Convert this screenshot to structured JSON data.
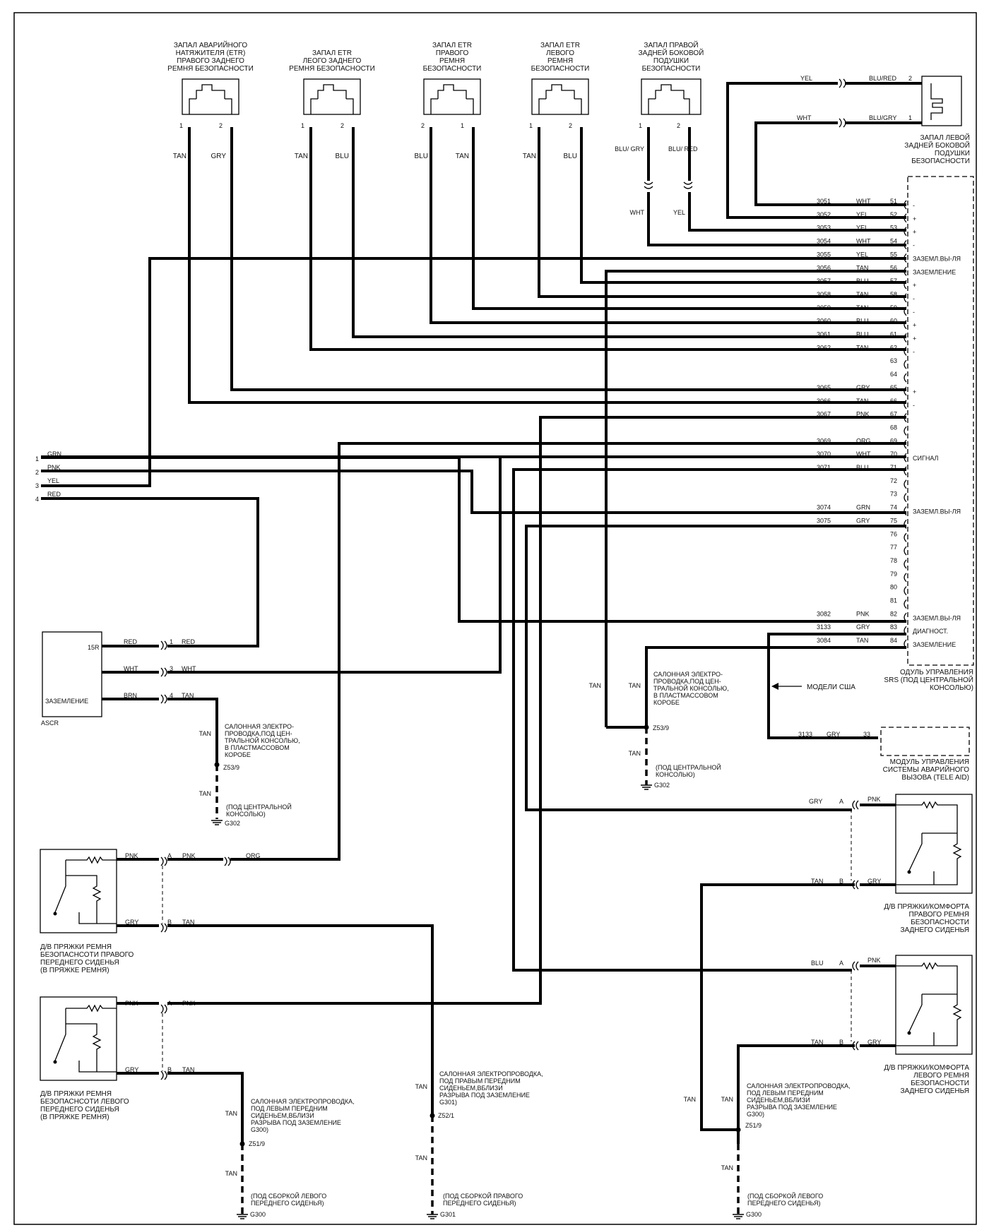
{
  "top_components": [
    {
      "lines": [
        "ЗАПАЛ АВАРИЙНОГО",
        "НАТЯЖИТЕЛЯ (ETR)",
        "ПРАВОГО ЗАДНЕГО",
        "РЕМНЯ БЕЗОПАСНОСТИ"
      ],
      "pins": [
        "1",
        "2"
      ],
      "wires": [
        "TAN",
        "GRY"
      ]
    },
    {
      "lines": [
        "ЗАПАЛ ETR",
        "ЛЕОГО ЗАДНЕГО",
        "РЕМНЯ БЕЗОПАСНОСТИ"
      ],
      "pins": [
        "1",
        "2"
      ],
      "wires": [
        "TAN",
        "BLU"
      ]
    },
    {
      "lines": [
        "ЗАПАЛ ETR",
        "ПРАВОГО",
        "РЕМНЯ",
        "БЕЗОПАСНОСТИ"
      ],
      "pins": [
        "2",
        "1"
      ],
      "wires": [
        "BLU",
        "TAN"
      ]
    },
    {
      "lines": [
        "ЗАПАЛ ETR",
        "ЛЕВОГО",
        "РЕМНЯ",
        "БЕЗОПАСНОСТИ"
      ],
      "pins": [
        "1",
        "2"
      ],
      "wires": [
        "TAN",
        "BLU"
      ]
    },
    {
      "lines": [
        "ЗАПАЛ ПРАВОЙ",
        "ЗАДНЕЙ БОКОВОЙ",
        "ПОДУШКИ",
        "БЕЗОПАСНОСТИ"
      ],
      "pins": [
        "1",
        "2"
      ],
      "wires": [
        "BLU/ GRY",
        "BLU/ RED"
      ],
      "wires_after": [
        "WHT",
        "YEL"
      ]
    }
  ],
  "left_side_airbag": {
    "lines": [
      "ЗАПАЛ ЛЕВОЙ",
      "ЗАДНЕЙ БОКОВОЙ",
      "ПОДУШКИ",
      "БЕЗОПАСНОСТИ"
    ],
    "wires": [
      {
        "left": "YEL",
        "right": "BLU/RED",
        "pin": "2"
      },
      {
        "left": "WHT",
        "right": "BLU/GRY",
        "pin": "1"
      }
    ]
  },
  "srs_module": {
    "label_lines": [
      "ОДУЛЬ УПРАВЛЕНИЯ",
      "SRS (ПОД ЦЕНТРАЛЬНОЙ",
      "КОНСОЛЬЮ)"
    ],
    "rows": [
      {
        "circuit": "3051",
        "color": "WHT",
        "pin": "51",
        "func": "-"
      },
      {
        "circuit": "3052",
        "color": "YEL",
        "pin": "52",
        "func": "+"
      },
      {
        "circuit": "3053",
        "color": "YEL",
        "pin": "53",
        "func": "+"
      },
      {
        "circuit": "3054",
        "color": "WHT",
        "pin": "54",
        "func": "-"
      },
      {
        "circuit": "3055",
        "color": "YEL",
        "pin": "55",
        "func": "ЗАЗЕМЛ.ВЫ-ЛЯ"
      },
      {
        "circuit": "3056",
        "color": "TAN",
        "pin": "56",
        "func": "ЗАЗЕМЛЕНИЕ"
      },
      {
        "circuit": "3057",
        "color": "BLU",
        "pin": "57",
        "func": "+"
      },
      {
        "circuit": "3058",
        "color": "TAN",
        "pin": "58",
        "func": "-"
      },
      {
        "circuit": "3059",
        "color": "TAN",
        "pin": "59",
        "func": "-"
      },
      {
        "circuit": "3060",
        "color": "BLU",
        "pin": "60",
        "func": "+"
      },
      {
        "circuit": "3061",
        "color": "BLU",
        "pin": "61",
        "func": "+"
      },
      {
        "circuit": "3062",
        "color": "TAN",
        "pin": "62",
        "func": "-"
      },
      {
        "circuit": "",
        "color": "",
        "pin": "63",
        "func": ""
      },
      {
        "circuit": "",
        "color": "",
        "pin": "64",
        "func": ""
      },
      {
        "circuit": "3065",
        "color": "GRY",
        "pin": "65",
        "func": "+"
      },
      {
        "circuit": "3066",
        "color": "TAN",
        "pin": "66",
        "func": "-"
      },
      {
        "circuit": "3067",
        "color": "PNK",
        "pin": "67",
        "func": ""
      },
      {
        "circuit": "",
        "color": "",
        "pin": "68",
        "func": ""
      },
      {
        "circuit": "3069",
        "color": "ORG",
        "pin": "69",
        "func": ""
      },
      {
        "circuit": "3070",
        "color": "WHT",
        "pin": "70",
        "func": "СИГНАЛ"
      },
      {
        "circuit": "3071",
        "color": "BLU",
        "pin": "71",
        "func": ""
      },
      {
        "circuit": "",
        "color": "",
        "pin": "72",
        "func": ""
      },
      {
        "circuit": "",
        "color": "",
        "pin": "73",
        "func": ""
      },
      {
        "circuit": "3074",
        "color": "GRN",
        "pin": "74",
        "func": "ЗАЗЕМЛ.ВЫ-ЛЯ"
      },
      {
        "circuit": "3075",
        "color": "GRY",
        "pin": "75",
        "func": ""
      },
      {
        "circuit": "",
        "color": "",
        "pin": "76",
        "func": ""
      },
      {
        "circuit": "",
        "color": "",
        "pin": "77",
        "func": ""
      },
      {
        "circuit": "",
        "color": "",
        "pin": "78",
        "func": ""
      },
      {
        "circuit": "",
        "color": "",
        "pin": "79",
        "func": ""
      },
      {
        "circuit": "",
        "color": "",
        "pin": "80",
        "func": ""
      },
      {
        "circuit": "",
        "color": "",
        "pin": "81",
        "func": ""
      },
      {
        "circuit": "3082",
        "color": "PNK",
        "pin": "82",
        "func": "ЗАЗЕМЛ.ВЫ-ЛЯ"
      },
      {
        "circuit": "3133",
        "color": "GRY",
        "pin": "83",
        "func": "ДИАГНОСТ."
      },
      {
        "circuit": "3084",
        "color": "TAN",
        "pin": "84",
        "func": "ЗАЗЕМЛЕНИЕ"
      }
    ]
  },
  "left_inputs": [
    {
      "num": "1",
      "color": "GRN"
    },
    {
      "num": "2",
      "color": "PNK"
    },
    {
      "num": "3",
      "color": "YEL"
    },
    {
      "num": "4",
      "color": "RED"
    }
  ],
  "ascr": {
    "name": "ASCR",
    "terminal": "15R",
    "ground_label": "ЗАЗЕМЛЕНИЕ",
    "wires": [
      {
        "left": "RED",
        "pin": "1",
        "right": "RED"
      },
      {
        "left": "WHT",
        "pin": "3",
        "right": "WHT"
      },
      {
        "left": "BRN",
        "pin": "4",
        "right": "TAN"
      }
    ]
  },
  "usa_models": "МОДЕЛИ США",
  "tele_aid": {
    "lines": [
      "МОДУЛЬ УПРАВЛЕНИЯ",
      "СИСТЕМЫ АВАРИЙНОГО",
      "ВЫЗОВА (TELE AID)"
    ],
    "circuit": "3133",
    "color": "GRY",
    "pin": "33"
  },
  "splices": [
    {
      "wire_top": "TAN",
      "wire_bottom": "TAN",
      "splice_id": "Z53/9",
      "desc": [
        "САЛОННАЯ ЭЛЕКТРО-",
        "ПРОВОДКА,ПОД ЦЕН-",
        "ТРАЛЬНОЙ КОНСОЛЬЮ,",
        "В ПЛАСТМАССОВОМ",
        "КОРОБЕ"
      ],
      "ground_desc": [
        "(ПОД ЦЕНТРАЛЬНОЙ",
        "КОНСОЛЬЮ)"
      ],
      "ground": "G302"
    },
    {
      "wire_top": "TAN",
      "wire_top2": "TAN",
      "wire_bottom": "TAN",
      "splice_id": "Z53/9",
      "desc": [
        "САЛОННАЯ ЭЛЕКТРО-",
        "ПРОВОДКА,ПОД ЦЕН-",
        "ТРАЛЬНОЙ КОНСОЛЬЮ,",
        "В ПЛАСТМАССОВОМ",
        "КОРОБЕ"
      ],
      "ground_desc": [
        "(ПОД ЦЕНТРАЛЬНОЙ",
        "КОНСОЛЬЮ)"
      ],
      "ground": "G302"
    },
    {
      "wire_top": "TAN",
      "wire_bottom": "TAN",
      "splice_id": "Z51/9",
      "desc": [
        "САЛОННАЯ ЭЛЕКТРОПРОВОДКА,",
        "ПОД ЛЕВЫМ ПЕРЕДНИМ",
        "СИДЕНЬЕМ,ВБЛИЗИ",
        "РАЗРЫВА ПОД ЗАЗЕМЛЕНИЕ",
        "G300)"
      ],
      "ground_desc": [
        "(ПОД СБОРКОЙ ЛЕВОГО",
        "ПЕРЕДНЕГО СИДЕНЬЯ)"
      ],
      "ground": "G300"
    },
    {
      "wire_top": "TAN",
      "wire_bottom": "TAN",
      "splice_id": "Z52/1",
      "desc": [
        "САЛОННАЯ ЭЛЕКТРОПРОВОДКА,",
        "ПОД ПРАВЫМ ПЕРЕДНИМ",
        "СИДЕНЬЕМ,ВБЛИЗИ",
        "РАЗРЫВА ПОД ЗАЗЕМЛЕНИЕ",
        "G301)"
      ],
      "ground_desc": [
        "(ПОД СБОРКОЙ ПРАВОГО",
        "ПЕРЕДНЕГО СИДЕНЬЯ)"
      ],
      "ground": "G301"
    },
    {
      "wire_top": "TAN",
      "wire_top2": "TAN",
      "wire_bottom": "TAN",
      "splice_id": "Z51/9",
      "desc": [
        "САЛОННАЯ ЭЛЕКТРОПРОВОДКА,",
        "ПОД ЛЕВЫМ ПЕРЕДНИМ",
        "СИДЕНЬЕМ,ВБЛИЗИ",
        "РАЗРЫВА ПОД ЗАЗЕМЛЕНИЕ",
        "G300)"
      ],
      "ground_desc": [
        "(ПОД СБОРКОЙ ЛЕВОГО",
        "ПЕРЕДНЕГО СИДЕНЬЯ)"
      ],
      "ground": "G300"
    }
  ],
  "buckle_switches": [
    {
      "lines": [
        "Д/В ПРЯЖКИ РЕМНЯ",
        "БЕЗОПАСНСОТИ ПРАВОГО",
        "ПЕРЕДНЕГО СИДЕНЬЯ",
        "(В ПРЯЖКЕ РЕМНЯ)"
      ],
      "wa_left": "PNK",
      "pin_a": "A",
      "wa_right": "PNK",
      "wa_far": "ORG",
      "wb_left": "GRY",
      "pin_b": "B",
      "wb_right": "TAN"
    },
    {
      "lines": [
        "Д/В ПРЯЖКИ РЕМНЯ",
        "БЕЗОПАСНСОТИ ЛЕВОГО",
        "ПЕРЕДНЕГО СИДЕНЬЯ",
        "(В ПРЯЖКЕ РЕМНЯ)"
      ],
      "wa_left": "PNK",
      "pin_a": "A",
      "wa_right": "PNK",
      "wb_left": "GRY",
      "pin_b": "B",
      "wb_right": "TAN"
    },
    {
      "lines": [
        "Д/В ПРЯЖКИ/КОМФОРТА",
        "ПРАВОГО РЕМНЯ",
        "БЕЗОПАСНОСТИ",
        "ЗАДНЕГО СИДЕНЬЯ"
      ],
      "wa_left": "GRY",
      "pin_a": "A",
      "wa_right": "PNK",
      "wb_left": "TAN",
      "pin_b": "B",
      "wb_right": "GRY"
    },
    {
      "lines": [
        "Д/В ПРЯЖКИ/КОМФОРТА",
        "ЛЕВОГО РЕМНЯ",
        "БЕЗОПАСНОСТИ",
        "ЗАДНЕГО СИДЕНЬЯ"
      ],
      "wa_left": "BLU",
      "pin_a": "A",
      "wa_right": "PNK",
      "wb_left": "TAN",
      "pin_b": "B",
      "wb_right": "GRY"
    }
  ]
}
